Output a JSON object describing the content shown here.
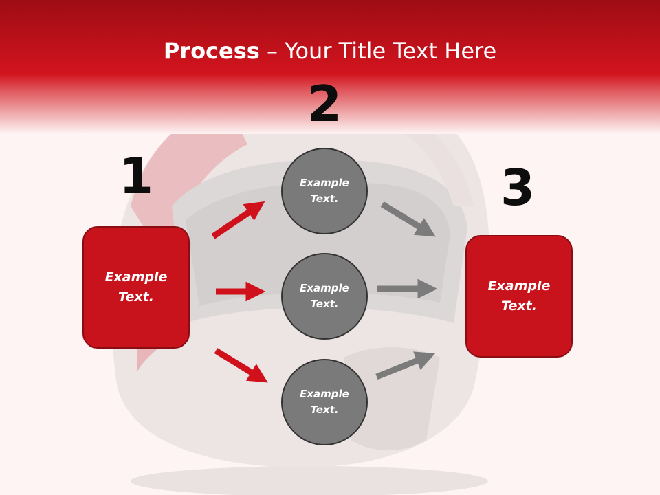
{
  "title": {
    "bold": "Process",
    "rest": " – Your Title Text Here"
  },
  "steps": {
    "n1": "1",
    "n2": "2",
    "n3": "3"
  },
  "left_box": "Example Text.",
  "circles": [
    "Example Text.",
    "Example Text.",
    "Example Text."
  ],
  "right_box": "Example Text.",
  "colors": {
    "header_red": "#c8121c",
    "box_red": "#c8121c",
    "circle_gray": "#7a7a7a",
    "arrow_red": "#d0111b",
    "arrow_gray": "#7b7b7b"
  }
}
